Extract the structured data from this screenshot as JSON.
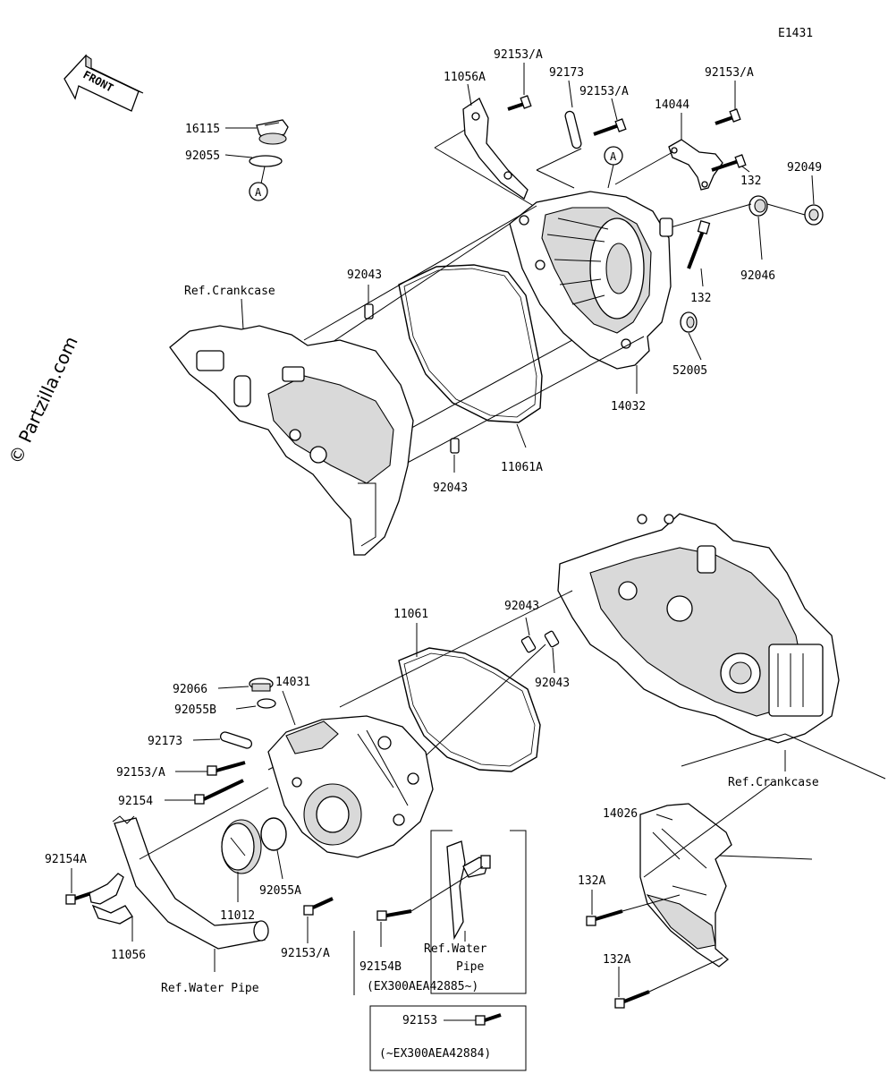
{
  "diagram_code": "E1431",
  "watermark": "© Partzilla.com",
  "front_arrow_label": "FRONT",
  "callout_a": "A",
  "labels": {
    "p16115": "16115",
    "p92055": "92055",
    "p11056A": "11056A",
    "p92153A_top1": "92153/A",
    "p92173_top": "92173",
    "p92153A_top2": "92153/A",
    "p14044": "14044",
    "p92153A_top3": "92153/A",
    "p92049": "92049",
    "p132_a": "132",
    "p92046": "92046",
    "p132_b": "132",
    "p52005": "52005",
    "p14032": "14032",
    "p11061A": "11061A",
    "p92043_a": "92043",
    "p92043_b": "92043",
    "ref_crankcase_top": "Ref.Crankcase",
    "p11061": "11061",
    "p92043_c": "92043",
    "p92043_d": "92043",
    "p92066": "92066",
    "p14031": "14031",
    "p92055B": "92055B",
    "p92173_low": "92173",
    "p92153A_low1": "92153/A",
    "p92154": "92154",
    "p92154A": "92154A",
    "p11056": "11056",
    "p11012": "11012",
    "p92055A": "92055A",
    "p92153A_low2": "92153/A",
    "ref_water_pipe_left": "Ref.Water Pipe",
    "p92154B": "92154B",
    "ref_water_pipe_box_1": "Ref.Water",
    "ref_water_pipe_box_2": "Pipe",
    "serial_range_1": "(EX300AEA42885~)",
    "p92153_box": "92153",
    "serial_range_2": "(~EX300AEA42884)",
    "ref_crankcase_low": "Ref.Crankcase",
    "p14026": "14026",
    "p132A_a": "132A",
    "p132A_b": "132A"
  }
}
